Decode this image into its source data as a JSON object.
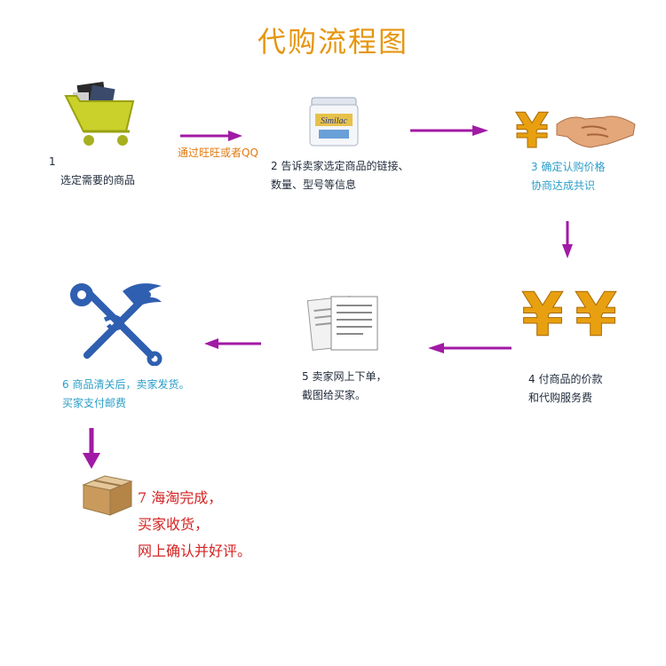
{
  "title": "代购流程图",
  "steps": {
    "s1": {
      "num": "1",
      "text": "选定需要的商品"
    },
    "s2": {
      "text1": "2 告诉卖家选定商品的链接、",
      "text2": "数量、型号等信息"
    },
    "s3": {
      "text1": "3 确定认购价格",
      "text2": "协商达成共识"
    },
    "s4": {
      "text1": "4 付商品的价款",
      "text2": "和代购服务费"
    },
    "s5": {
      "text1": "5 卖家网上下单，",
      "text2": "截图给买家。"
    },
    "s6": {
      "text1": "6 商品清关后，卖家发货。",
      "text2": "买家支付邮费"
    },
    "s7": {
      "text1": "7 海淘完成，",
      "text2": "买家收货，",
      "text3": "网上确认并好评。"
    }
  },
  "arrow_label": "通过旺旺或者QQ",
  "product_label": "Similac",
  "colors": {
    "title": "#e6960f",
    "arrow": "#a11aa5",
    "teal": "#2b9ec9",
    "red": "#d42222",
    "gold": "#e8a010"
  }
}
